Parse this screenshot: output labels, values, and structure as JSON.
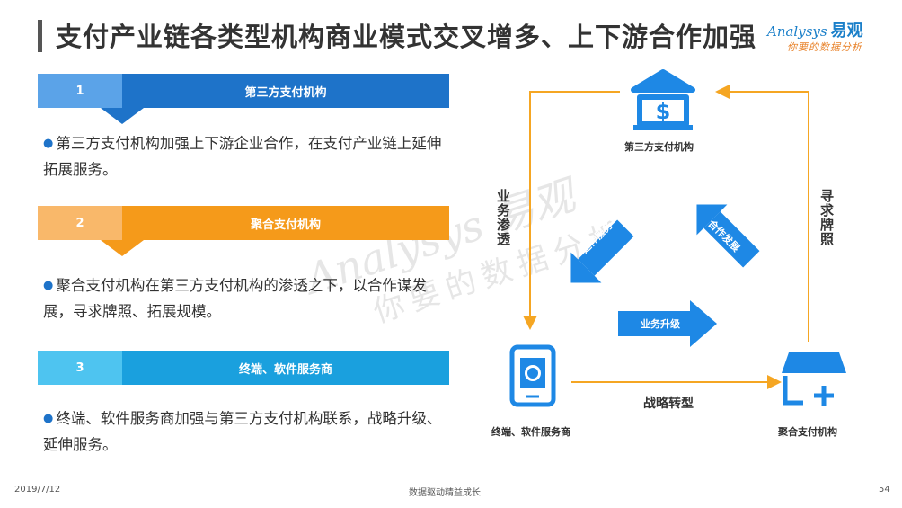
{
  "title": "支付产业链各类型机构商业模式交叉增多、上下游合作加强",
  "logo": {
    "brand": "Analysys",
    "brand_cn": "易观",
    "slogan": "你要的数据分析"
  },
  "watermark": {
    "line1": "Analysys 易观",
    "line2": "你要的数据分析"
  },
  "sections": [
    {
      "number": "1",
      "label": "第三方支付机构",
      "text": "第三方支付机构加强上下游企业合作，在支付产业链上延伸拓展服务。"
    },
    {
      "number": "2",
      "label": "聚合支付机构",
      "text": "聚合支付机构在第三方支付机构的渗透之下，以合作谋发展，寻求牌照、拓展规模。"
    },
    {
      "number": "3",
      "label": "终端、软件服务商",
      "text": "终端、软件服务商加强与第三方支付机构联系，战略升级、延伸服务。"
    }
  ],
  "diagram": {
    "nodes": {
      "top": "第三方支付机构",
      "bottom_left": "终端、软件服务商",
      "bottom_right": "聚合支付机构"
    },
    "edges": {
      "left": "业务渗透",
      "right": "寻求牌照",
      "bottom": "战略转型",
      "arrow_down_left": "延伸服务",
      "arrow_up_left": "合作发展",
      "arrow_right": "业务升级"
    },
    "colors": {
      "line": "#f5a623",
      "icon": "#1e88e5",
      "arrow": "#1e88e5"
    }
  },
  "footer": {
    "date": "2019/7/12",
    "center": "数据驱动精益成长",
    "page": "54"
  }
}
